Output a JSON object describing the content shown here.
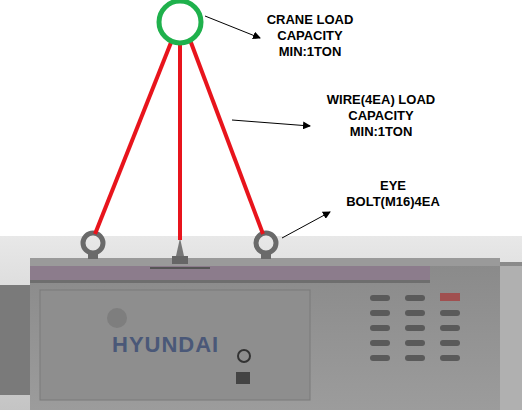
{
  "diagram": {
    "labels": [
      "CRANE LOAD CAPACITY MIN:1TON",
      "WIRE(4EA) LOAD CAPACITY MIN:1TON",
      "EYE BOLT(M16)4EA",
      "HYUNDAI"
    ]
  }
}
